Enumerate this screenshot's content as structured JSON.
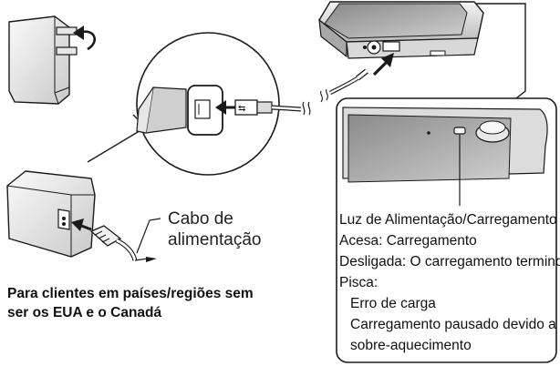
{
  "cable_label": {
    "line1": "Cabo de",
    "line2": "alimentação"
  },
  "region_note": {
    "line1": "Para clientes em países/regiões sem",
    "line2": "ser os EUA e o Canadá"
  },
  "indicator_panel": {
    "title": "Luz de Alimentação/Carregamento",
    "lit": "Acesa: Carregamento",
    "off": "Desligada: O carregamento terminou",
    "blinks": "Pisca:",
    "blink_reason_1": "Erro de carga",
    "blink_reason_2_line1": "Carregamento pausado devido a",
    "blink_reason_2_line2": "sobre-aquecimento"
  },
  "colors": {
    "device_fill": "#f2f2f2",
    "device_shade": "#bdbdbd",
    "outline": "#1a1a1a"
  }
}
